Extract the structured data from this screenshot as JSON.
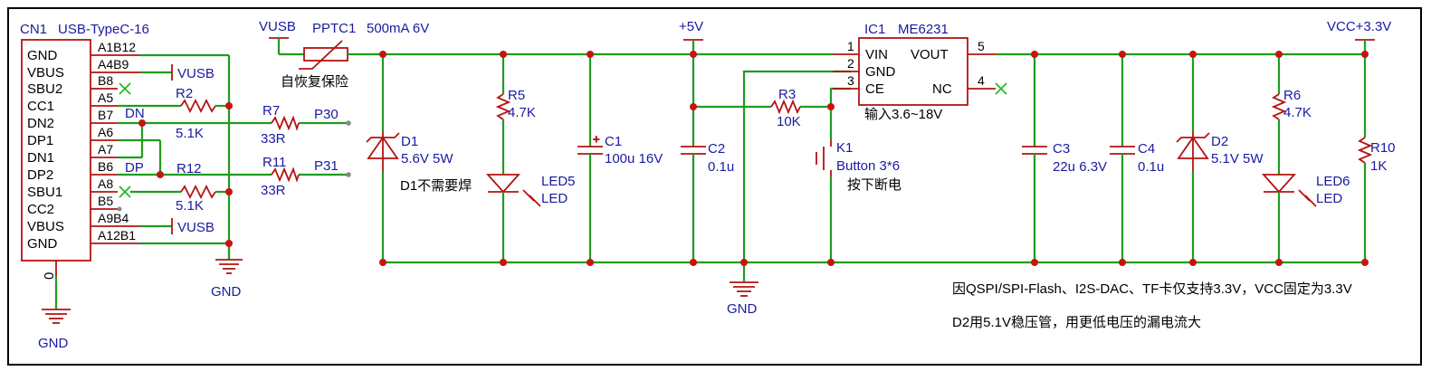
{
  "connector": {
    "ref": "CN1",
    "value": "USB-TypeC-16",
    "pins": [
      {
        "name": "GND",
        "num": "A1B12"
      },
      {
        "name": "VBUS",
        "num": "A4B9"
      },
      {
        "name": "SBU2",
        "num": "B8"
      },
      {
        "name": "CC1",
        "num": "A5"
      },
      {
        "name": "DN2",
        "num": "B7"
      },
      {
        "name": "DP1",
        "num": "A6"
      },
      {
        "name": "DN1",
        "num": "A7"
      },
      {
        "name": "DP2",
        "num": "B6"
      },
      {
        "name": "SBU1",
        "num": "A8"
      },
      {
        "name": "CC2",
        "num": "B5"
      },
      {
        "name": "VBUS",
        "num": "A9B4"
      },
      {
        "name": "GND",
        "num": "A12B1"
      }
    ],
    "shell_pin": "0"
  },
  "nets": {
    "vusb": "VUSB",
    "gnd": "GND",
    "dn": "DN",
    "dp": "DP",
    "p30": "P30",
    "p31": "P31",
    "v5": "+5V",
    "vcc": "VCC+3.3V"
  },
  "components": {
    "r2": {
      "ref": "R2",
      "value": "5.1K"
    },
    "r12": {
      "ref": "R12",
      "value": "5.1K"
    },
    "r7": {
      "ref": "R7",
      "value": "33R"
    },
    "r11": {
      "ref": "R11",
      "value": "33R"
    },
    "pptc1": {
      "ref": "PPTC1",
      "value": "500mA 6V",
      "note": "自恢复保险"
    },
    "d1": {
      "ref": "D1",
      "value": "5.6V 5W",
      "note": "D1不需要焊"
    },
    "r5": {
      "ref": "R5",
      "value": "4.7K"
    },
    "led5": {
      "ref": "LED5",
      "value": "LED"
    },
    "c1": {
      "ref": "C1",
      "value": "100u 16V"
    },
    "c2": {
      "ref": "C2",
      "value": "0.1u"
    },
    "r3": {
      "ref": "R3",
      "value": "10K"
    },
    "k1": {
      "ref": "K1",
      "value": "Button 3*6",
      "note": "按下断电"
    },
    "ic1": {
      "ref": "IC1",
      "value": "ME6231",
      "note": "输入3.6~18V",
      "pins": {
        "vin": "VIN",
        "vout": "VOUT",
        "gnd": "GND",
        "ce": "CE",
        "nc": "NC"
      },
      "pin_numbers": {
        "p1": "1",
        "p2": "2",
        "p3": "3",
        "p4": "4",
        "p5": "5"
      }
    },
    "c3": {
      "ref": "C3",
      "value": "22u 6.3V"
    },
    "c4": {
      "ref": "C4",
      "value": "0.1u"
    },
    "d2": {
      "ref": "D2",
      "value": "5.1V 5W"
    },
    "r6": {
      "ref": "R6",
      "value": "4.7K"
    },
    "led6": {
      "ref": "LED6",
      "value": "LED"
    },
    "r10": {
      "ref": "R10",
      "value": "1K"
    }
  },
  "notes": {
    "line1": "因QSPI/SPI-Flash、I2S-DAC、TF卡仅支持3.3V，VCC固定为3.3V",
    "line2": "D2用5.1V稳压管，用更低电压的漏电流大"
  },
  "colors": {
    "wire": "#1f9c1f",
    "component": "#b51212",
    "net_label": "#1a1aa0",
    "border": "#000000"
  }
}
